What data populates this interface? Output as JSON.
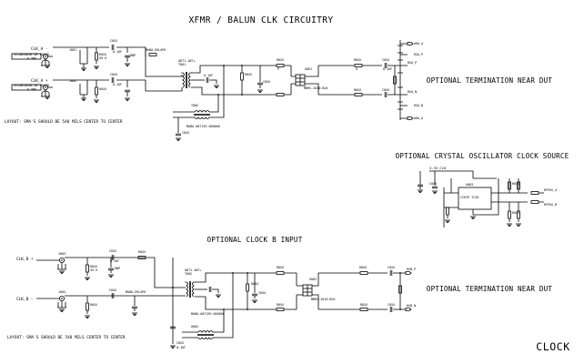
{
  "titles": {
    "main": "XFMR / BALUN CLK CIRCUITRY",
    "term_top": "OPTIONAL TERMINATION NEAR DUT",
    "osc": "OPTIONAL CRYSTAL OSCILLATOR CLOCK SOURCE",
    "clk_b": "OPTIONAL CLOCK B INPUT",
    "term_bottom": "OPTIONAL TERMINATION NEAR DUT",
    "corner": "CLOCK"
  },
  "layout_notes": {
    "top": "LAYOUT: SMA'S SHOULD BE 540 MILS CENTER TO CENTER",
    "bottom": "LAYOUT: SMA'S SHOULD BE 540 MILS CENTER TO CENTER"
  },
  "ports": {
    "clk_a_minus": "CLK_A -",
    "clk_a_plus": "CLK_A +",
    "clk_b_plus": "CLK_B +",
    "clk_b_minus": "CLK_B -"
  },
  "net_labels": {
    "ara_p": "ARA_A",
    "ara_n": "ARA_A",
    "rxa_p": "RXA_P",
    "rxa_n": "RXA_N",
    "osc_p": "RFPAS_A",
    "osc_n": "RFPAS_B",
    "out_b_p": "RXB_P",
    "out_b_n": "RXB_N",
    "vcc": "3.3V_CLK"
  },
  "components": {
    "j_a_m": "J001",
    "j_a_p": "J002",
    "j_b_p": "J003",
    "j_b_m": "J004",
    "conn_note": "SCLABCDDSB OR SDASD",
    "conn_sub": "0.5MA",
    "r_gen": "R0XX",
    "c_gen": "C0XX",
    "val_cap": "0.1UF",
    "val_res": "49.9",
    "val_zero": "0",
    "xfmr_a": "ADT1-1WT+",
    "xfmr_b": "ADT1-1WT+",
    "balun_a": "MABA-007159-000000",
    "balun_b": "MABA-007159-000000",
    "mux_a": "MBRS-2010-BLK",
    "mux_b": "MBRS-2010-BLK",
    "filt": "MABA-EKL0FK",
    "tcxo": "CCHIP-TCXO",
    "dnp": "DNP",
    "t_a": "T001",
    "t_b": "T002",
    "u_a": "U001",
    "u_b": "U002",
    "osc_u": "U003"
  },
  "icons": {
    "connector": "sma-connector-icon",
    "ground": "ground-icon",
    "transformer": "transformer-icon",
    "oscillator": "oscillator-icon"
  }
}
